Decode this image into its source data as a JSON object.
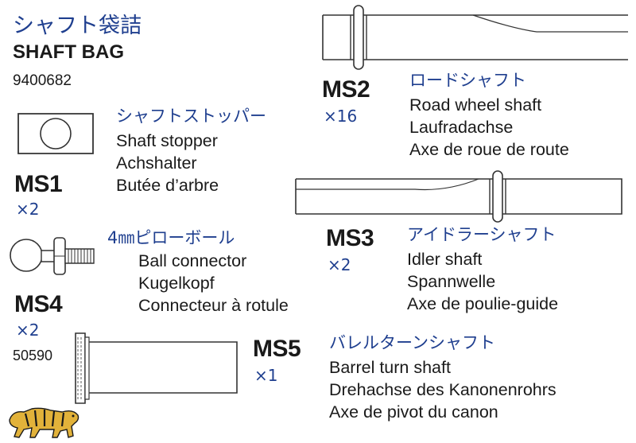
{
  "header": {
    "title_jp": "シャフト袋詰",
    "title_en": "SHAFT BAG",
    "part_number": "9400682"
  },
  "parts": {
    "ms1": {
      "code": "MS1",
      "qty": "×2",
      "jp": "シャフトストッパー",
      "en": "Shaft stopper",
      "de": "Achshalter",
      "fr": "Butée d’arbre"
    },
    "ms2": {
      "code": "MS2",
      "qty": "×16",
      "jp": "ロードシャフト",
      "en": "Road wheel shaft",
      "de": "Laufradachse",
      "fr": "Axe de roue de route"
    },
    "ms3": {
      "code": "MS3",
      "qty": "×2",
      "jp": "アイドラーシャフト",
      "en": "Idler shaft",
      "de": "Spannwelle",
      "fr": "Axe de poulie-guide"
    },
    "ms4": {
      "code": "MS4",
      "qty": "×2",
      "sub_number": "50590",
      "jp": "4㎜ピローボール",
      "en": "Ball connector",
      "de": "Kugelkopf",
      "fr": "Connecteur à rotule"
    },
    "ms5": {
      "code": "MS5",
      "qty": "×1",
      "jp": "バレルターンシャフト",
      "en": "Barrel turn shaft",
      "de": "Drehachse des Kanonenrohrs",
      "fr": "Axe de pivot du canon"
    }
  },
  "colors": {
    "japanese_text": "#1f3f8f",
    "text": "#1a1a1a",
    "line_art": "#333333",
    "logo": "#e2b23a"
  },
  "icons": {
    "logo": "tiger-logo-icon"
  }
}
